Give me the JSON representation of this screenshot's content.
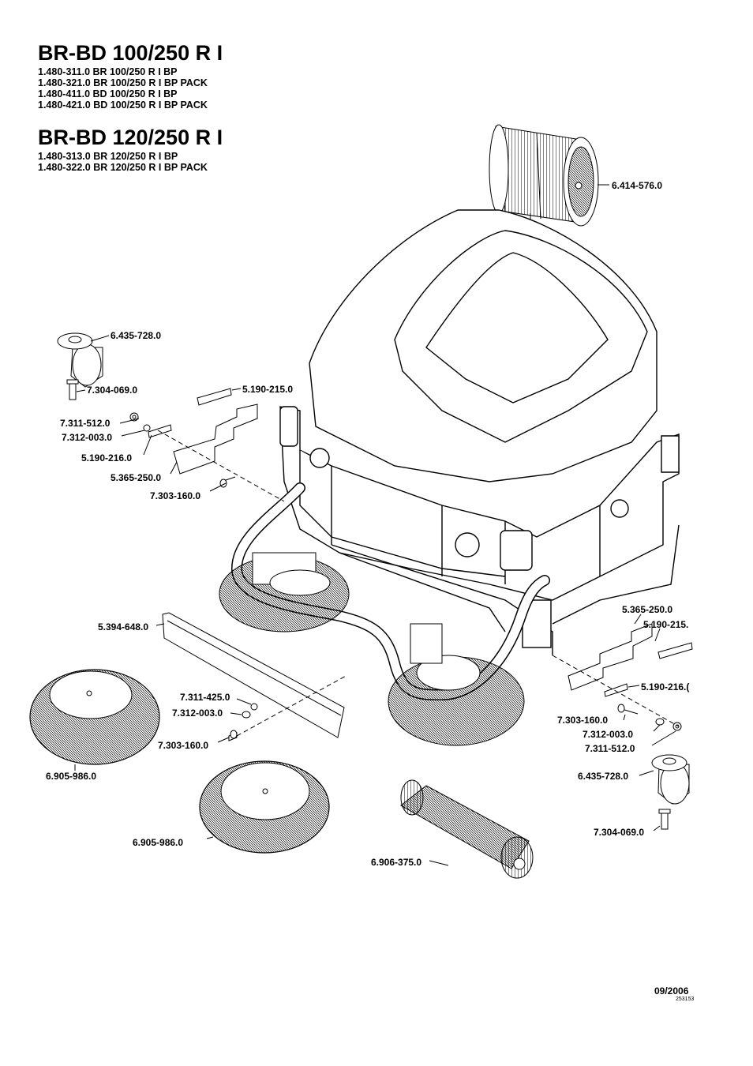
{
  "header": {
    "group1_title": "BR-BD 100/250 R I",
    "group1_models": [
      "1.480-311.0 BR 100/250 R I BP",
      "1.480-321.0 BR 100/250 R I BP PACK",
      "1.480-411.0 BD 100/250 R I BP",
      "1.480-421.0 BD 100/250 R I BP PACK"
    ],
    "group2_title": "BR-BD 120/250 R I",
    "group2_models": [
      "1.480-313.0 BR 120/250 R I BP",
      "1.480-322.0 BR 120/250 R I BP PACK"
    ]
  },
  "parts": {
    "roller_brush_top": "6.414-576.0",
    "castor_left": "6.435-728.0",
    "screw_castor_left": "7.304-069.0",
    "plate_left_upper": "5.190-215.0",
    "nut_left": "7.311-512.0",
    "washer_left": "7.312-003.0",
    "plate_left_lower": "5.190-216.0",
    "blade_left": "5.365-250.0",
    "bolt_left": "7.303-160.0",
    "sealing_strip": "5.394-648.0",
    "nut_strip": "7.311-425.0",
    "washer_strip": "7.312-003.0",
    "bolt_strip": "7.303-160.0",
    "side_brush_left": "6.905-986.0",
    "side_brush_center": "6.905-986.0",
    "roller_brush_bottom": "6.906-375.0",
    "blade_right": "5.365-250.0",
    "plate_right_upper": "5.190-215.",
    "plate_right_lower": "5.190-216.(",
    "bolt_right": "7.303-160.0",
    "washer_right": "7.312-003.0",
    "nut_right": "7.311-512.0",
    "castor_right": "6.435-728.0",
    "screw_castor_right": "7.304-069.0"
  },
  "footer": {
    "date": "09/2006",
    "doc_number": "253153"
  }
}
